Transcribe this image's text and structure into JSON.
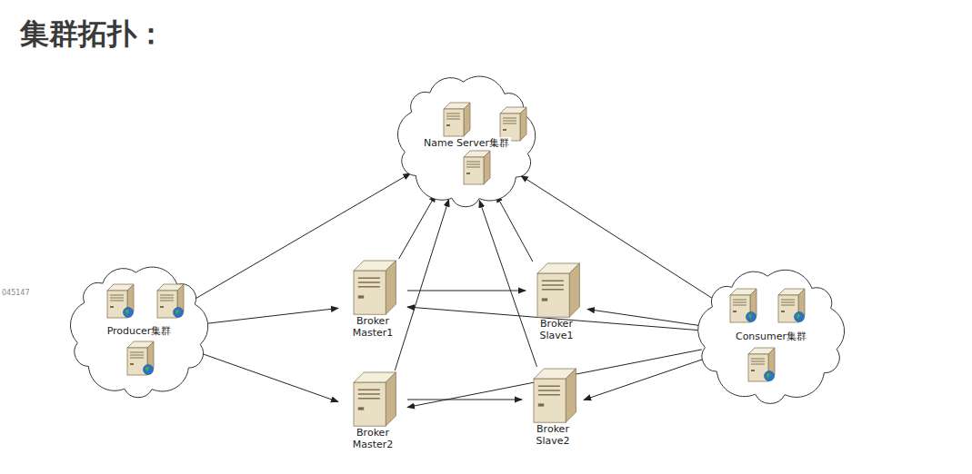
{
  "diagram": {
    "title": "集群拓扑：",
    "nodes": [
      {
        "text": [
          "Name Server集群"
        ]
      },
      {
        "text": [
          "Producer集群"
        ]
      },
      {
        "text": [
          "Broker Master1"
        ]
      },
      {
        "text": [
          "Broker Slave1"
        ]
      },
      {
        "text": [
          "Consumer集群"
        ]
      },
      {
        "text": [
          "Broker Master2"
        ]
      },
      {
        "text": [
          "Broker Slave2"
        ]
      }
    ],
    "edges": [
      {
        "from": 1,
        "to": 0,
        "arrow": "to"
      },
      {
        "from": 1,
        "to": 2,
        "arrow": "to"
      },
      {
        "from": 1,
        "to": 5,
        "arrow": "to"
      },
      {
        "from": 2,
        "to": 0,
        "arrow": "to"
      },
      {
        "from": 3,
        "to": 0,
        "arrow": "to"
      },
      {
        "from": 5,
        "to": 0,
        "arrow": "to"
      },
      {
        "from": 6,
        "to": 0,
        "arrow": "to"
      },
      {
        "from": 2,
        "to": 3,
        "arrow": "to"
      },
      {
        "from": 5,
        "to": 6,
        "arrow": "to"
      },
      {
        "from": 4,
        "to": 0,
        "arrow": "to"
      },
      {
        "from": 4,
        "to": 2,
        "arrow": "to"
      },
      {
        "from": 4,
        "to": 3,
        "arrow": "to"
      },
      {
        "from": 4,
        "to": 5,
        "arrow": "to"
      },
      {
        "from": 4,
        "to": 6,
        "arrow": "to"
      }
    ],
    "labels": [
      "045147"
    ]
  }
}
